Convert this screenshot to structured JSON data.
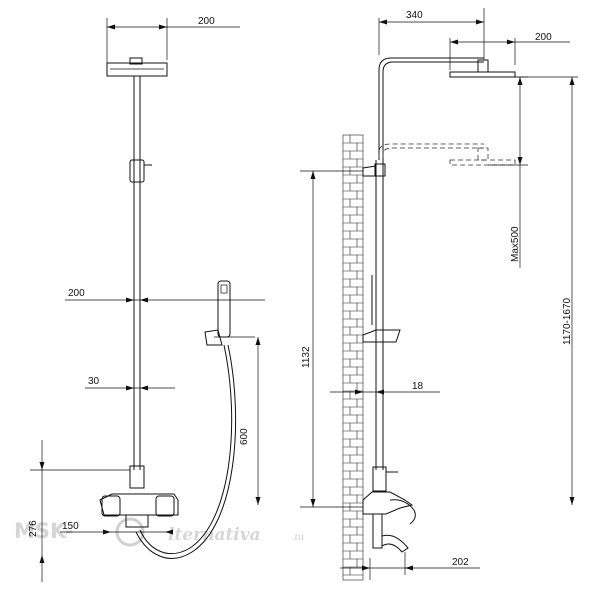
{
  "front_view": {
    "dim_head_width": "200",
    "dim_bar_offset": "200",
    "dim_bar_gap": "30",
    "dim_holder_height": "600",
    "dim_mixer_height": "276",
    "dim_mixer_width": "150"
  },
  "side_view": {
    "dim_arm_length": "340",
    "dim_head_width": "200",
    "dim_max_adjust": "Max500",
    "dim_total_height": "1170-1670",
    "dim_bracket_height": "1132",
    "dim_wall_gap": "18",
    "dim_spout_length": "202"
  },
  "watermark": {
    "brand_left": "MSK-",
    "brand_right": "lternativa",
    "domain_suffix": ".ru"
  }
}
